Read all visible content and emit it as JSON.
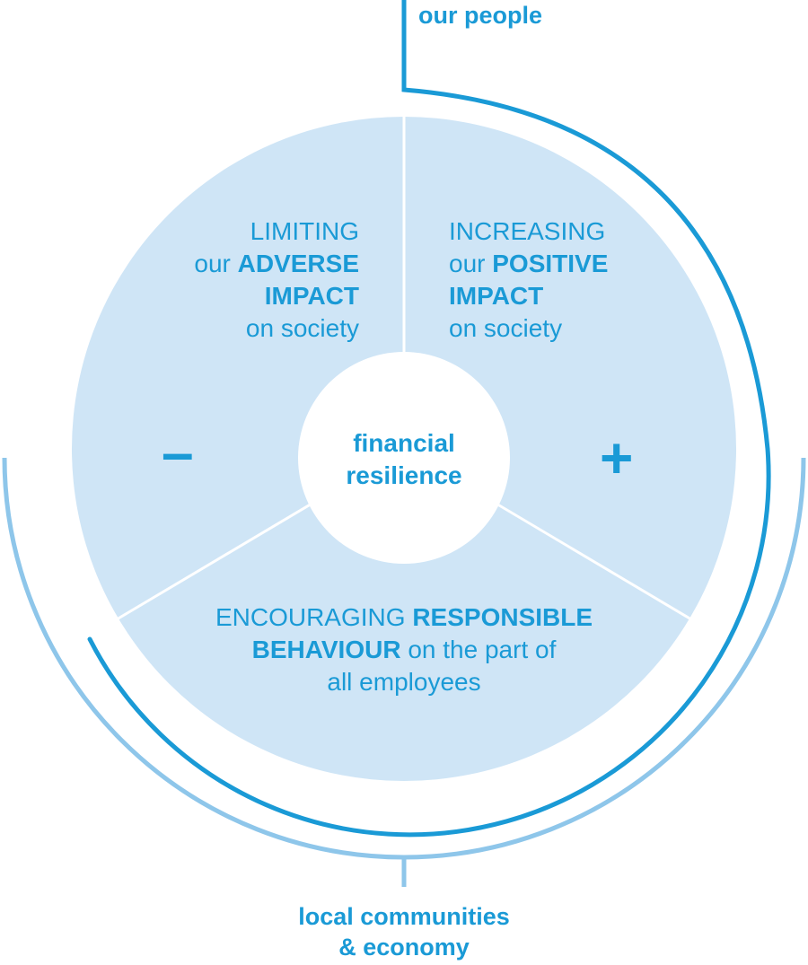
{
  "colors": {
    "accent": "#1a9ad6",
    "arc_outer": "#8ec6ea",
    "disc_fill": "#cfe5f6",
    "center_fill": "#ffffff"
  },
  "labels": {
    "our_people": "our people",
    "communities_line1": "local communities",
    "communities_line2": "& economy"
  },
  "center": {
    "line1": "financial",
    "line2": "resilience"
  },
  "segments": {
    "limiting": {
      "line1": "LIMITING",
      "line2_light": "our ",
      "line2_bold": "ADVERSE",
      "line3_bold": "IMPACT",
      "line4": "on society",
      "sign": "–"
    },
    "increasing": {
      "line1": "INCREASING",
      "line2_light": "our ",
      "line2_bold": "POSITIVE",
      "line3_bold": "IMPACT",
      "line4": "on society",
      "sign": "+"
    },
    "encouraging": {
      "line1_light": "ENCOURAGING ",
      "line1_bold": "RESPONSIBLE",
      "line2_bold": "BEHAVIOUR",
      "line2_light": " on the part of",
      "line3": "all employees"
    }
  }
}
